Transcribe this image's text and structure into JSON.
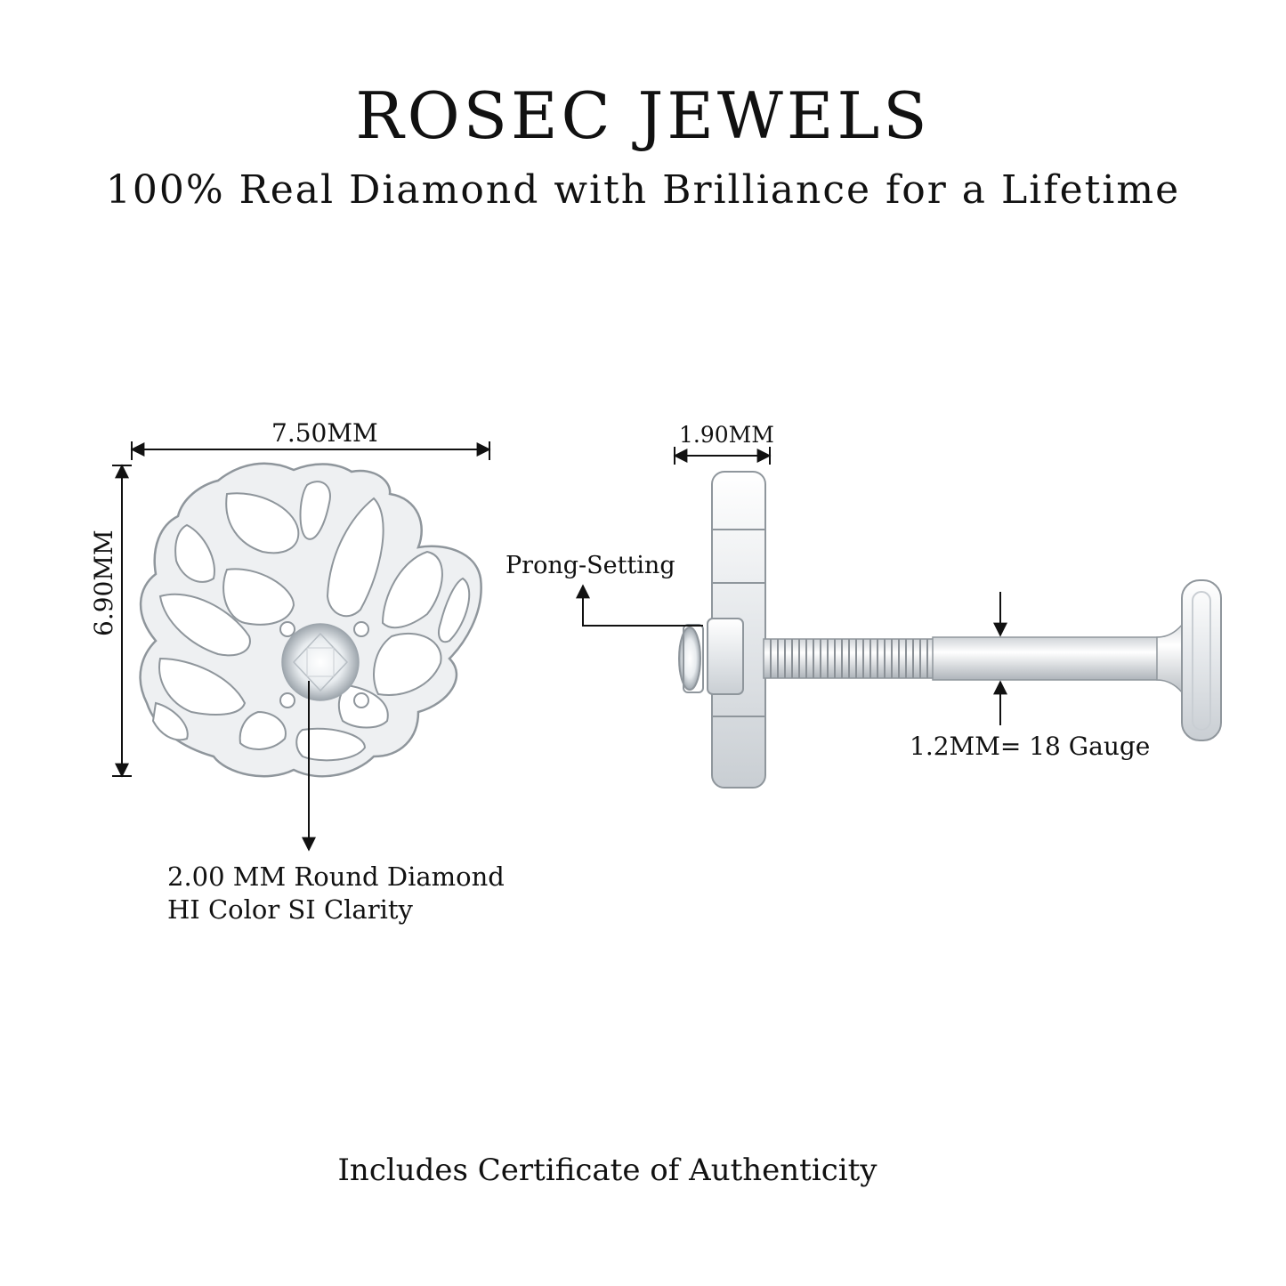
{
  "brand": {
    "title": "ROSEC JEWELS",
    "tagline": "100% Real Diamond with Brilliance for a Lifetime"
  },
  "dimensions": {
    "width": "7.50MM",
    "height": "6.90MM",
    "depth": "1.90MM",
    "gauge": "1.2MM= 18 Gauge"
  },
  "labels": {
    "prong": "Prong-Setting",
    "diamond_line1": "2.00 MM Round Diamond",
    "diamond_line2": "HI Color SI Clarity"
  },
  "footer": {
    "note": "Includes Certificate of Authenticity"
  },
  "colors": {
    "text": "#111111",
    "metal": "#e9ecef",
    "metal_edge": "#9aa0a6"
  }
}
